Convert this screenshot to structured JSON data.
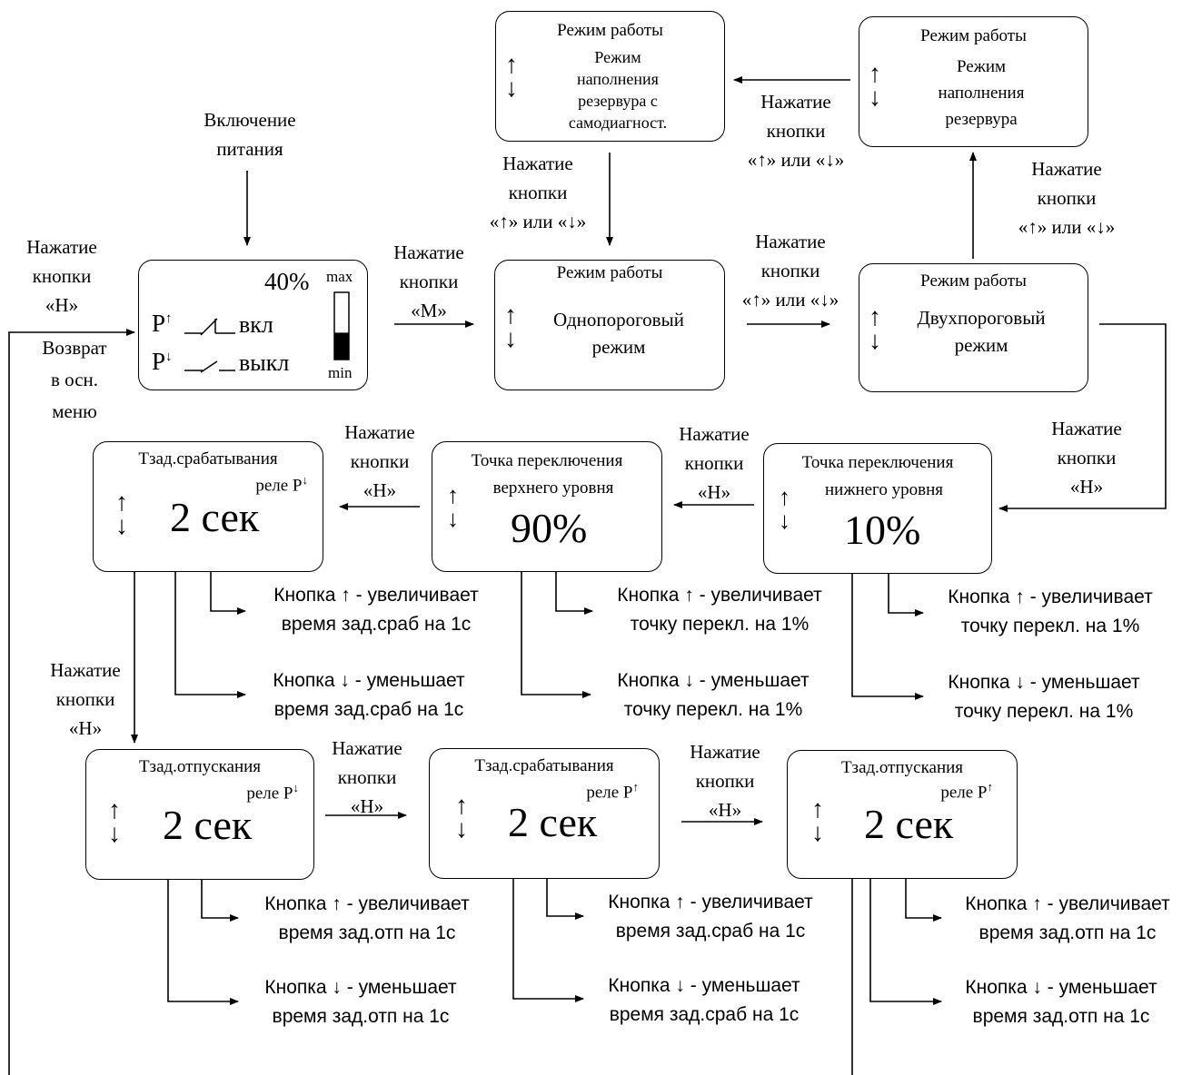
{
  "power_on": [
    "Включение",
    "питания"
  ],
  "return_label": [
    "Возврат",
    "в осн.",
    "меню"
  ],
  "press_h": [
    "Нажатие",
    "кнопки",
    "«Н»"
  ],
  "press_m": [
    "Нажатие",
    "кнопки",
    "«М»"
  ],
  "press_updown": [
    "Нажатие",
    "кнопки",
    "«↑» или «↓»"
  ],
  "main_screen": {
    "level": "40%",
    "max": "max",
    "min": "min",
    "level_fill": 0.4,
    "p_up": "P",
    "p_up_sup": "↑",
    "p_down": "P",
    "p_down_sup": "↓",
    "on": "вкл",
    "off": "выкл"
  },
  "updown_icon": "↑↓",
  "mode_title": "Режим работы",
  "mode_single": [
    "Однопороговый",
    "режим"
  ],
  "mode_double": [
    "Двухпороговый",
    "режим"
  ],
  "mode_fill_diag": [
    "Режим",
    "наполнения",
    "резервура с",
    "самодиагност."
  ],
  "mode_fill": [
    "Режим",
    "наполнения",
    "резервура"
  ],
  "lower_point": {
    "title": "Точка переключения",
    "subtitle": "нижнего уровня",
    "value": "10%"
  },
  "upper_point": {
    "title": "Точка переключения",
    "subtitle": "верхнего уровня",
    "value": "90%"
  },
  "t_trip_down": {
    "title": "Тзад.срабатывания",
    "relay": "реле P",
    "sup": "↓",
    "value": "2 сек"
  },
  "t_release_down": {
    "title": "Тзад.отпускания",
    "relay": "реле P",
    "sup": "↓",
    "value": "2 сек"
  },
  "t_trip_up": {
    "title": "Тзад.срабатывания",
    "relay": "реле P",
    "sup": "↑",
    "value": "2 сек"
  },
  "t_release_up": {
    "title": "Тзад.отпускания",
    "relay": "реле P",
    "sup": "↑",
    "value": "2 сек"
  },
  "notes": {
    "inc_point": [
      "Кнопка ↑ - увеличивает",
      "точку перекл. на 1%"
    ],
    "dec_point": [
      "Кнопка ↓ - уменьшает",
      "точку перекл. на 1%"
    ],
    "inc_trip": [
      "Кнопка ↑ - увеличивает",
      "время зад.сраб на 1с"
    ],
    "dec_trip": [
      "Кнопка ↓ - уменьшает",
      "время зад.сраб на 1с"
    ],
    "inc_release": [
      "Кнопка ↑ - увеличивает",
      "время зад.отп на 1с"
    ],
    "dec_release": [
      "Кнопка ↓ - уменьшает",
      "время зад.отп на 1с"
    ]
  }
}
